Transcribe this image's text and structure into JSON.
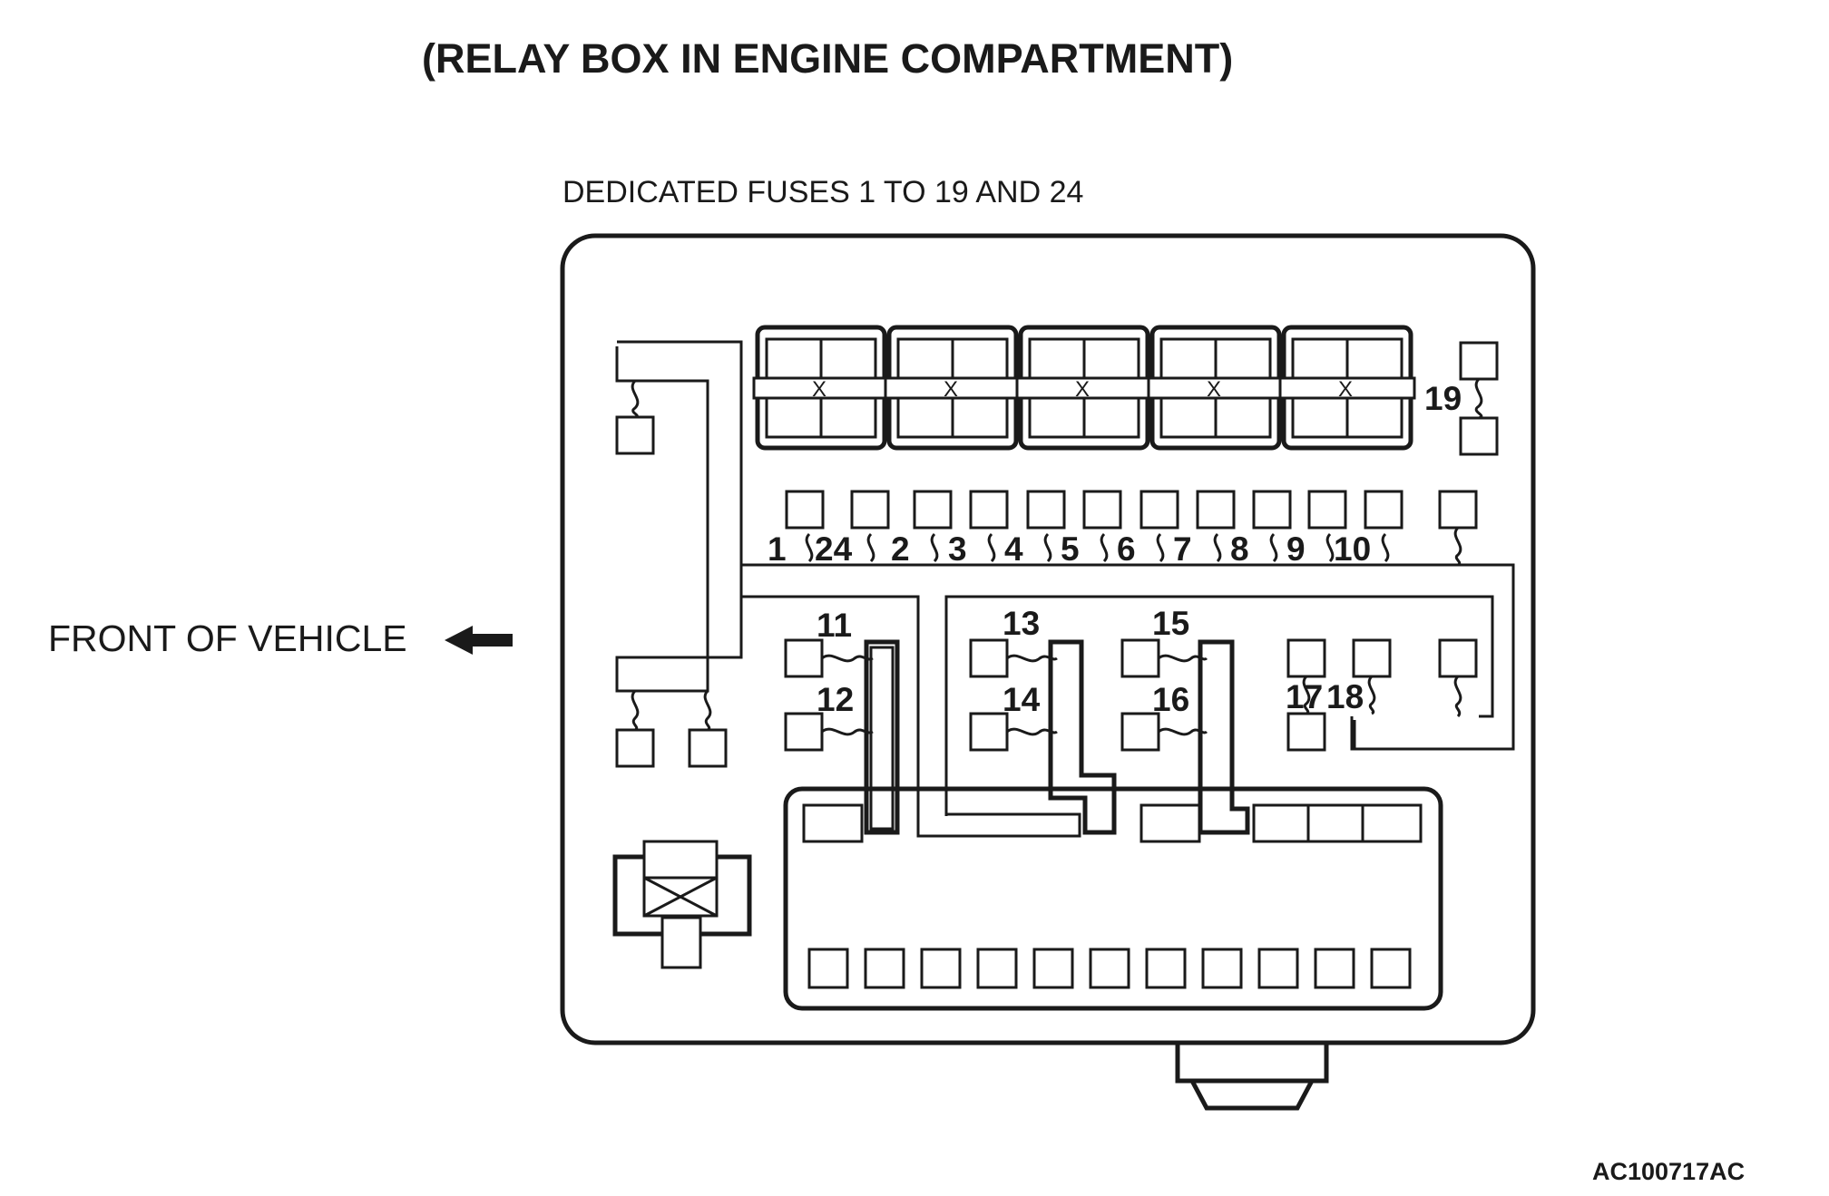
{
  "title": "(RELAY BOX IN ENGINE COMPARTMENT)",
  "subtitle": "DEDICATED FUSES 1 TO 19 AND 24",
  "front_label": "FRONT OF VEHICLE",
  "figure_code": "AC100717AC",
  "relays": [
    "X",
    "X",
    "X",
    "X",
    "X"
  ],
  "fuse_numbers": {
    "f1": "1",
    "f24": "24",
    "f2": "2",
    "f3": "3",
    "f4": "4",
    "f5": "5",
    "f6": "6",
    "f7": "7",
    "f8": "8",
    "f9": "9",
    "f10": "10",
    "f11": "11",
    "f12": "12",
    "f13": "13",
    "f14": "14",
    "f15": "15",
    "f16": "16",
    "f17": "17",
    "f18": "18",
    "f19": "19"
  }
}
